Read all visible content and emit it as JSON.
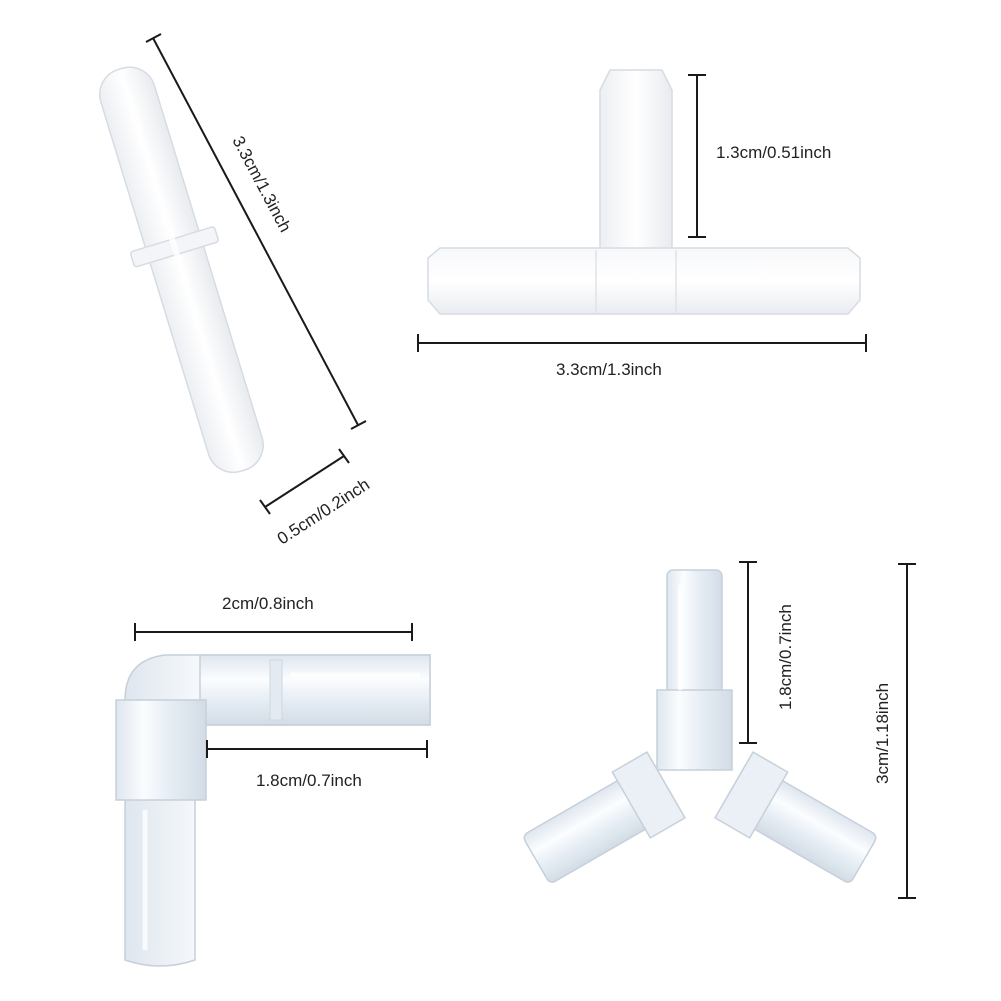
{
  "image": {
    "background": "#ffffff",
    "line_color": "#1a1a1a",
    "part_fill_frosted": "#f1f3f6",
    "part_fill_clear": "#eef3f8",
    "part_edge": "#c9d2dc"
  },
  "parts": [
    {
      "name": "straight-connector",
      "dimensions": {
        "length_label": "3.3cm/1.3inch",
        "diameter_label": "0.5cm/0.2inch"
      }
    },
    {
      "name": "tee-connector",
      "dimensions": {
        "height_label": "1.3cm/0.51inch",
        "width_label": "3.3cm/1.3inch"
      }
    },
    {
      "name": "elbow-connector",
      "dimensions": {
        "width_label": "2cm/0.8inch",
        "arm_label": "1.8cm/0.7inch"
      }
    },
    {
      "name": "y-connector",
      "dimensions": {
        "arm_label": "1.8cm/0.7inch",
        "height_label": "3cm/1.18inch"
      }
    }
  ]
}
